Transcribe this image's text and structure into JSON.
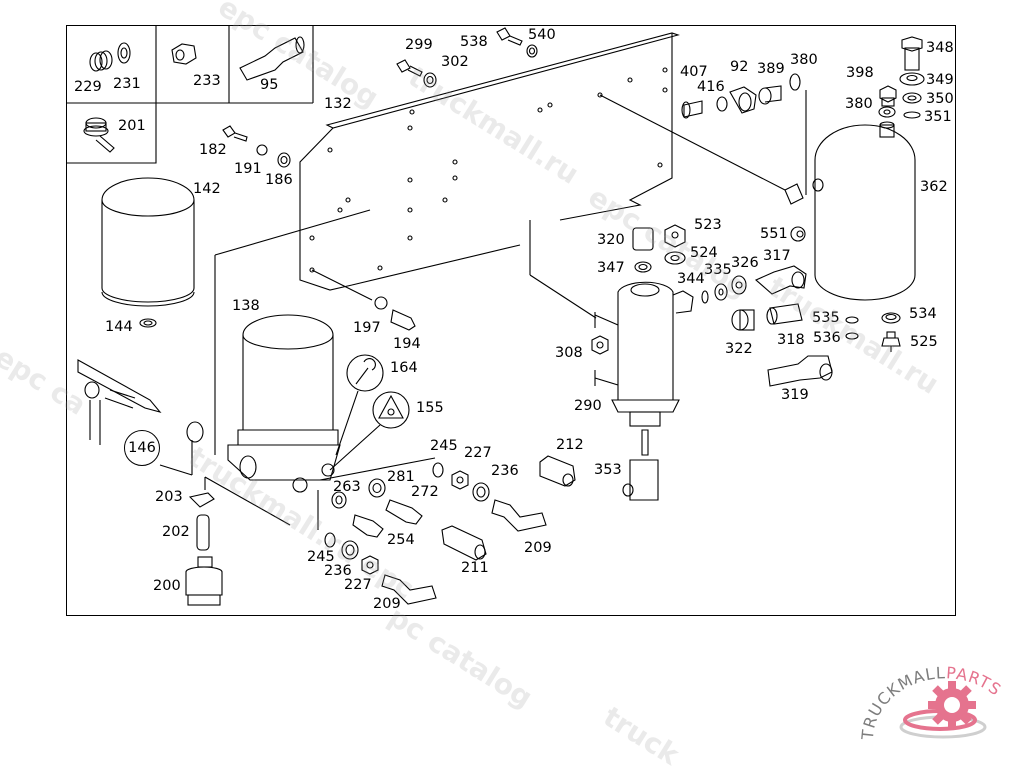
{
  "diagram": {
    "title": "Air dryer / air processing unit parts diagram",
    "inset_boxes": [
      {
        "labels": [
          "229",
          "231"
        ]
      },
      {
        "labels": [
          "233"
        ]
      },
      {
        "labels": [
          "95"
        ]
      },
      {
        "labels": [
          "201"
        ]
      }
    ],
    "callouts": {
      "c229": "229",
      "c231": "231",
      "c233": "233",
      "c95": "95",
      "c201": "201",
      "c299": "299",
      "c302": "302",
      "c538": "538",
      "c540": "540",
      "c132": "132",
      "c182": "182",
      "c191": "191",
      "c186": "186",
      "c142": "142",
      "c144": "144",
      "c138": "138",
      "c197": "197",
      "c194": "194",
      "c164": "164",
      "c155": "155",
      "c146": "146",
      "c203": "203",
      "c202": "202",
      "c200": "200",
      "c407": "407",
      "c416": "416",
      "c92": "92",
      "c389": "389",
      "c380a": "380",
      "c398": "398",
      "c380b": "380",
      "c348": "348",
      "c349": "349",
      "c350": "350",
      "c351": "351",
      "c362": "362",
      "c551": "551",
      "c523": "523",
      "c320": "320",
      "c524": "524",
      "c347": "347",
      "c344": "344",
      "c335": "335",
      "c326": "326",
      "c317": "317",
      "c308": "308",
      "c322": "322",
      "c318": "318",
      "c535": "535",
      "c536": "536",
      "c534": "534",
      "c525": "525",
      "c319": "319",
      "c290": "290",
      "c212": "212",
      "c353": "353",
      "c245a": "245",
      "c227a": "227",
      "c236a": "236",
      "c263": "263",
      "c281": "281",
      "c272": "272",
      "c254": "254",
      "c209a": "209",
      "c211": "211",
      "c245b": "245",
      "c236b": "236",
      "c227b": "227",
      "c209b": "209"
    }
  },
  "watermarks": [
    "pc catalog",
    "truckmall.ru",
    "epc catalog",
    "truckmall.ru",
    "l epc ca",
    "truckmall.ru epc",
    "epc catalog",
    "truck"
  ],
  "logo": {
    "text_gray": "TRUCKMALL",
    "text_pink": "PARTS",
    "gray_color": "#7d7d7d",
    "pink_color": "#e5738e"
  }
}
